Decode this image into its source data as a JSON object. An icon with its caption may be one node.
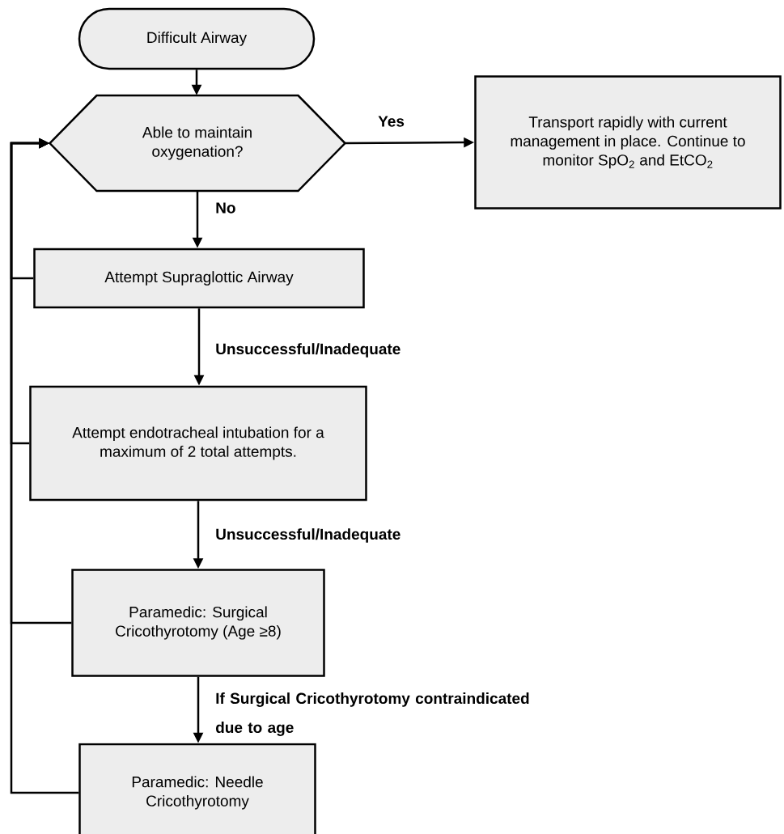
{
  "diagram": {
    "nodes": [
      {
        "text": [
          "Difficult Airway"
        ]
      },
      {
        "text": [
          "Able to maintain oxygenation?"
        ]
      },
      {
        "text": [
          "Transport rapidly with current management in place. Continue to monitor SpO$_{2}$ and EtCO$_{2}$"
        ]
      },
      {
        "text": [
          "Attempt Supraglottic Airway"
        ]
      },
      {
        "text": [
          "Attempt endotracheal intubation for a maximum of 2 total attempts."
        ]
      },
      {
        "text": [
          "Paramedic: Surgical Cricothyrotomy (Age ≥8)"
        ]
      },
      {
        "text": [
          "Paramedic: Needle Cricothyrotomy"
        ]
      }
    ],
    "edges": [
      {
        "from": 0,
        "to": 1,
        "arrow": "to"
      },
      {
        "from": 1,
        "to": 2,
        "arrow": "to",
        "label": "Yes"
      },
      {
        "from": 1,
        "to": 3,
        "arrow": "to",
        "label": "No"
      },
      {
        "from": 3,
        "to": 4,
        "arrow": "to",
        "label": "Unsuccessful/Inadequate"
      },
      {
        "from": 4,
        "to": 5,
        "arrow": "to",
        "label": "Unsuccessful/Inadequate"
      },
      {
        "from": 5,
        "to": 6,
        "arrow": "to",
        "label": "If Surgical Cricothyrotomy contraindicated due to age"
      },
      {
        "from": 3,
        "to": 1,
        "arrow": "to"
      },
      {
        "from": 4,
        "to": 1,
        "arrow": "to"
      },
      {
        "from": 5,
        "to": 1,
        "arrow": "to"
      },
      {
        "from": 6,
        "to": 1,
        "arrow": "to"
      }
    ]
  }
}
